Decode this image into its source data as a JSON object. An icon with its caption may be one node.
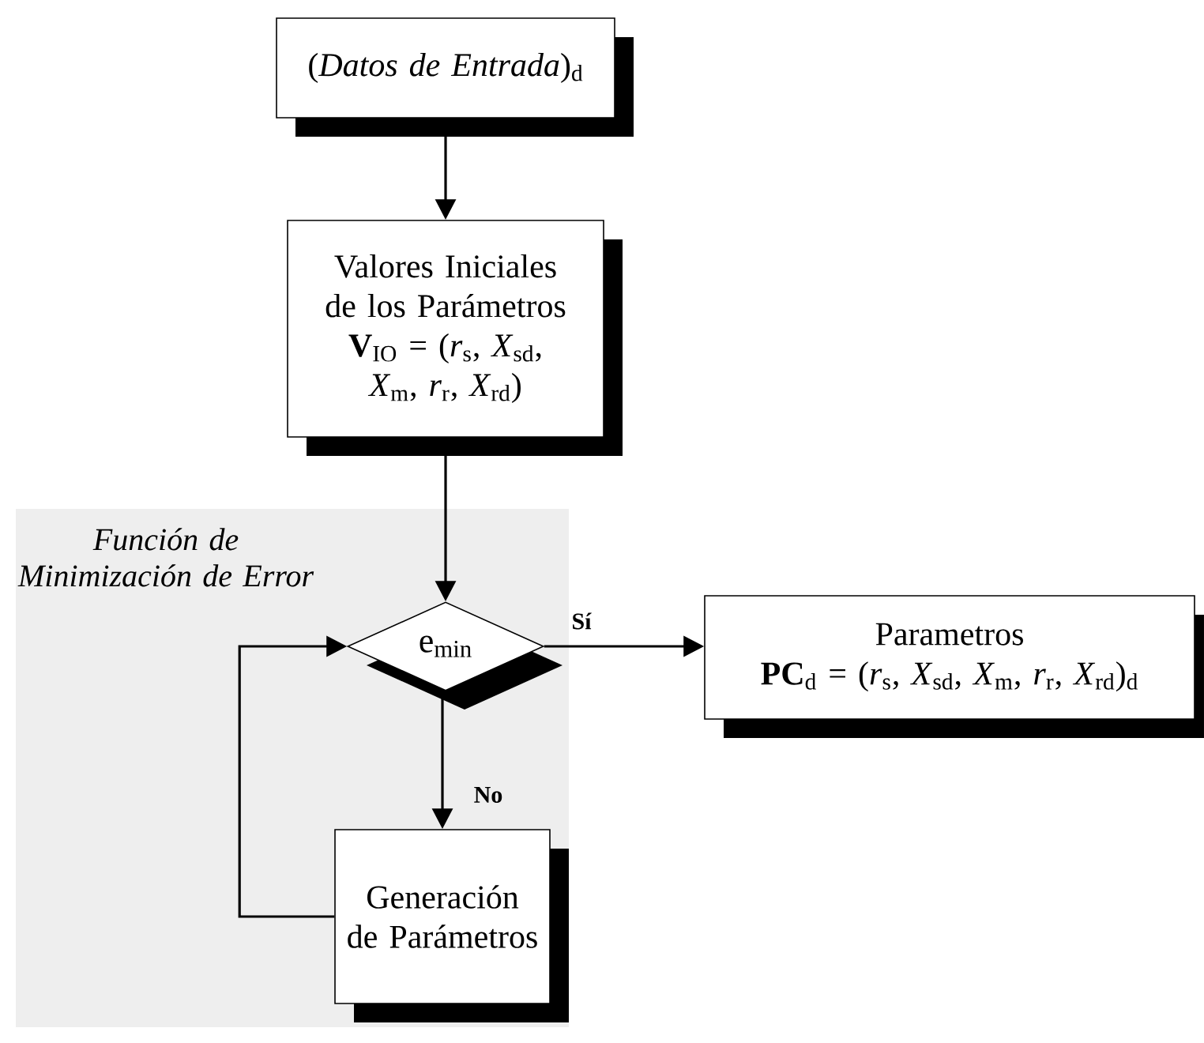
{
  "diagram": {
    "nodes": [
      {
        "text": [
          "(*Datos de Entrada*)$_{d}$"
        ]
      },
      {
        "text": [
          "Valores Iniciales de los Parámetros",
          "**V**$_{IO}$ = (*r*$_{s}$, *X*$_{sd}$, *X*$_{m}$, *r*$_{r}$, *X*$_{rd}$)"
        ]
      },
      {
        "text": [
          "Función de Minimización de Error"
        ]
      },
      {
        "text": [
          "e$_{min}$"
        ],
        "in": 2
      },
      {
        "text": [
          "Generación de Parámetros"
        ],
        "in": 2
      },
      {
        "text": [
          "Parametros",
          "**PC**$_{d}$ = (*r*$_{s}$, *X*$_{sd}$, *X*$_{m}$, *r*$_{r}$, *X*$_{rd}$)$_{d}$"
        ]
      }
    ],
    "edges": [
      {
        "from": 0,
        "to": 1,
        "arrow": "to"
      },
      {
        "from": 1,
        "to": 3,
        "arrow": "to"
      },
      {
        "from": 3,
        "to": 5,
        "arrow": "to",
        "label": "Sí"
      },
      {
        "from": 3,
        "to": 4,
        "arrow": "to",
        "label": "No"
      },
      {
        "from": 4,
        "to": 3,
        "arrow": "to"
      }
    ]
  }
}
